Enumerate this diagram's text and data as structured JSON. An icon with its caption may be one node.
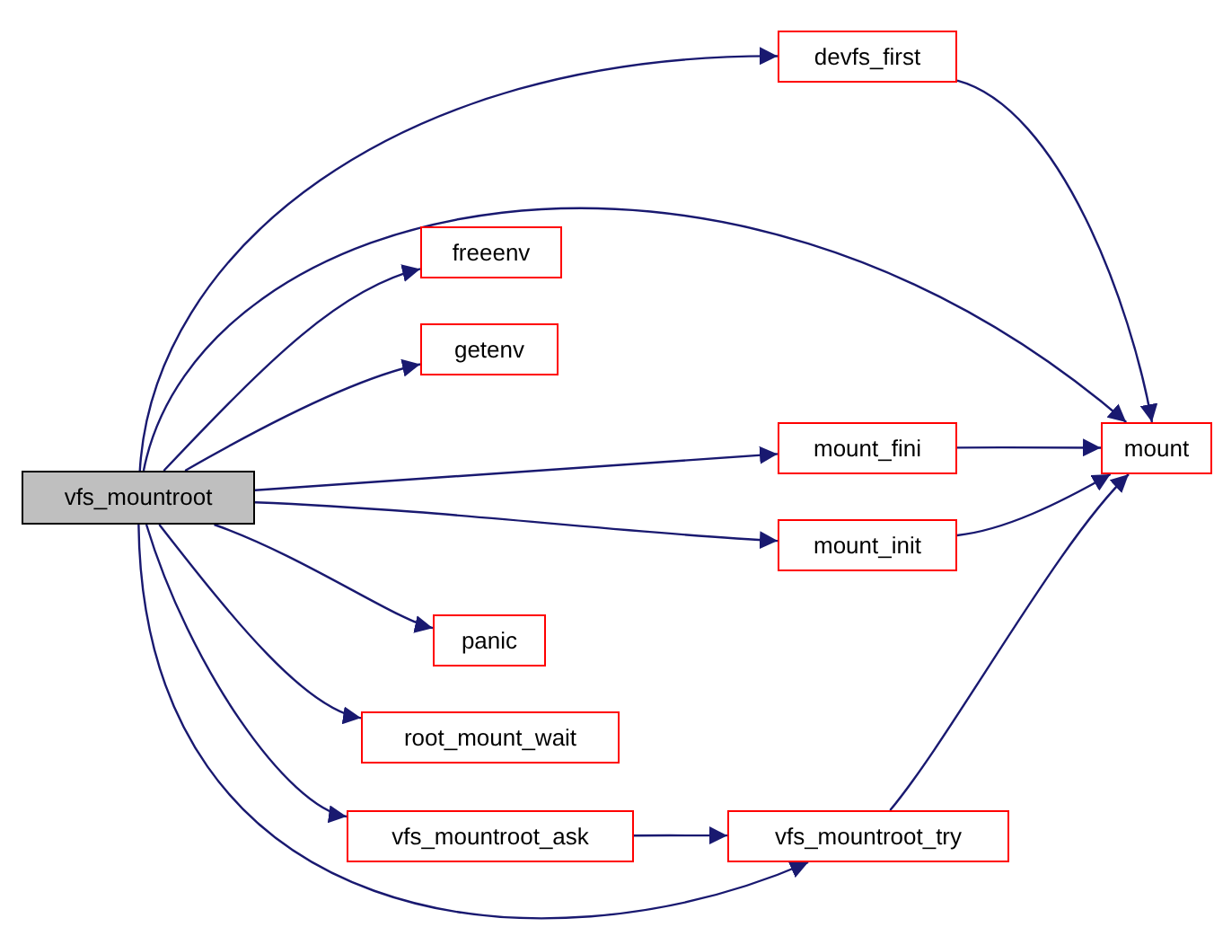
{
  "diagram": {
    "nodes": [
      {
        "text": [
          "vfs_mountroot"
        ]
      },
      {
        "text": [
          "devfs_first"
        ]
      },
      {
        "text": [
          "freeenv"
        ]
      },
      {
        "text": [
          "getenv"
        ]
      },
      {
        "text": [
          "mount_fini"
        ]
      },
      {
        "text": [
          "mount"
        ]
      },
      {
        "text": [
          "mount_init"
        ]
      },
      {
        "text": [
          "panic"
        ]
      },
      {
        "text": [
          "root_mount_wait"
        ]
      },
      {
        "text": [
          "vfs_mountroot_ask"
        ]
      },
      {
        "text": [
          "vfs_mountroot_try"
        ]
      }
    ],
    "edges": [
      {
        "from": 0,
        "to": 1,
        "arrow": "to"
      },
      {
        "from": 0,
        "to": 5,
        "arrow": "to"
      },
      {
        "from": 0,
        "to": 2,
        "arrow": "to"
      },
      {
        "from": 0,
        "to": 3,
        "arrow": "to"
      },
      {
        "from": 0,
        "to": 4,
        "arrow": "to"
      },
      {
        "from": 0,
        "to": 6,
        "arrow": "to"
      },
      {
        "from": 0,
        "to": 7,
        "arrow": "to"
      },
      {
        "from": 0,
        "to": 8,
        "arrow": "to"
      },
      {
        "from": 0,
        "to": 9,
        "arrow": "to"
      },
      {
        "from": 0,
        "to": 10,
        "arrow": "to"
      },
      {
        "from": 1,
        "to": 5,
        "arrow": "to"
      },
      {
        "from": 4,
        "to": 5,
        "arrow": "to"
      },
      {
        "from": 6,
        "to": 5,
        "arrow": "to"
      },
      {
        "from": 9,
        "to": 10,
        "arrow": "to"
      },
      {
        "from": 10,
        "to": 5,
        "arrow": "to"
      }
    ]
  }
}
